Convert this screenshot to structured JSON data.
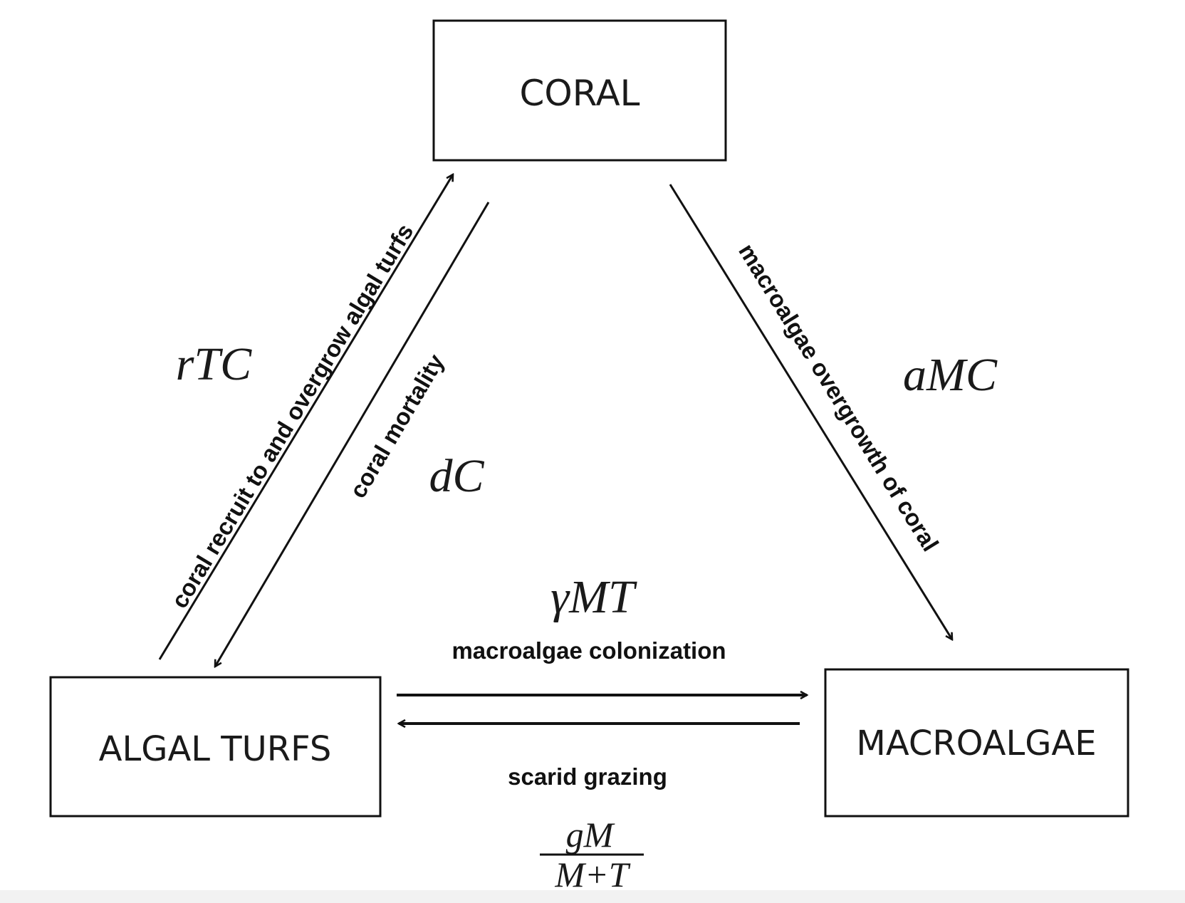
{
  "nodes": {
    "coral": "CORAL",
    "algal_turfs": "ALGAL TURFS",
    "macroalgae": "MACROALGAE"
  },
  "edges": {
    "recruit": {
      "label": "coral  recruit to and overgrow algal turfs",
      "rate": "rTC"
    },
    "mortality": {
      "label": "coral mortality",
      "rate": "dC"
    },
    "overgrowth": {
      "label": "macroalgae overgrowth of coral",
      "rate": "aMC"
    },
    "colonization": {
      "label": "macroalgae colonization",
      "rate": "γMT"
    },
    "grazing": {
      "label": "scarid grazing",
      "rate_numerator": "gM",
      "rate_denominator": "M+T"
    }
  }
}
